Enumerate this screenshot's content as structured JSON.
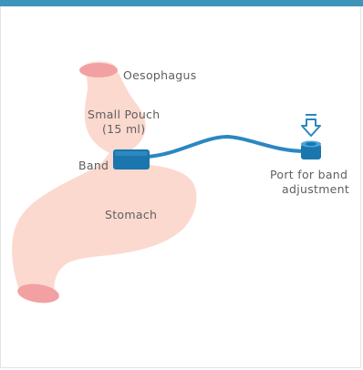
{
  "labels": {
    "oesophagus": "Oesophagus",
    "small_pouch": "Small Pouch",
    "pouch_volume": "(15 ml)",
    "band": "Band",
    "stomach": "Stomach",
    "port_line1": "Port for band",
    "port_line2": "adjustment"
  },
  "colors": {
    "accent_bar": "#3f94bb",
    "stomach_fill": "#fcd9cf",
    "stomach_opening": "#f3a0a2",
    "band_blue": "#1b76ad",
    "tube_blue": "#2a87c1",
    "label_text": "#5f5f5f"
  },
  "icons": [
    "arrow-down-icon",
    "port-icon"
  ]
}
